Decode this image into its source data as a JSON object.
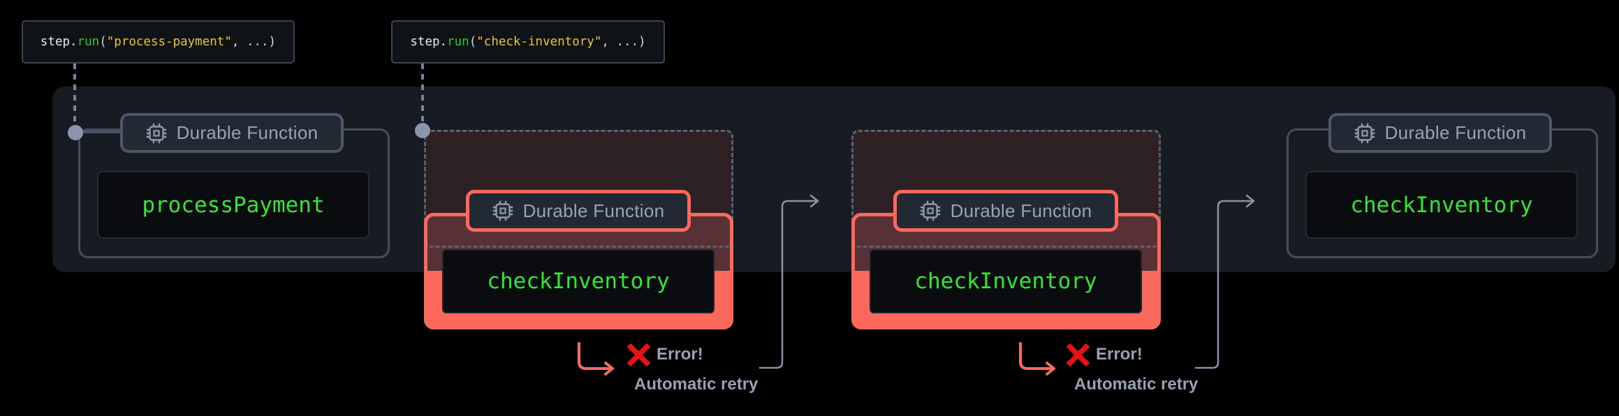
{
  "diagram": {
    "code_snippets": {
      "a": {
        "tokens": [
          {
            "text": "step",
            "style": "color:#e9ebef"
          },
          {
            "text": ".",
            "style": "color:#e9ebef"
          },
          {
            "text": "run",
            "style": "color:#2fc53b"
          },
          {
            "text": "(",
            "style": "color:#d3d7df"
          },
          {
            "text": "\"process-payment\"",
            "style": "color:#e7c62b"
          },
          {
            "text": ", ...)",
            "style": "color:#d3d7df"
          }
        ]
      },
      "b": {
        "tokens": [
          {
            "text": "step",
            "style": "color:#e9ebef"
          },
          {
            "text": ".",
            "style": "color:#e9ebef"
          },
          {
            "text": "run",
            "style": "color:#2fc53b"
          },
          {
            "text": "(",
            "style": "color:#d3d7df"
          },
          {
            "text": "\"check-inventory\"",
            "style": "color:#e7c62b"
          },
          {
            "text": ", ...)",
            "style": "color:#d3d7df"
          }
        ]
      }
    },
    "cards": [
      {
        "badge_label": "Durable Function",
        "function_name": "processPayment",
        "state": "success"
      },
      {
        "badge_label": "Durable Function",
        "function_name": "checkInventory",
        "state": "error"
      },
      {
        "badge_label": "Durable Function",
        "function_name": "checkInventory",
        "state": "error"
      },
      {
        "badge_label": "Durable Function",
        "function_name": "checkInventory",
        "state": "success"
      }
    ],
    "annotations": {
      "error_1": {
        "error_label": "Error!",
        "retry_label": "Automatic retry"
      },
      "error_2": {
        "error_label": "Error!",
        "retry_label": "Automatic retry"
      }
    },
    "colors": {
      "error_accent": "#fa695c",
      "error_x": "#e81212",
      "success_green": "#35e535",
      "string_yellow": "#e7c62b",
      "method_green": "#2fc53b",
      "muted_label": "#98a0b4",
      "container_bg": "#171b22",
      "connector_gray": "#8b95ab"
    }
  }
}
